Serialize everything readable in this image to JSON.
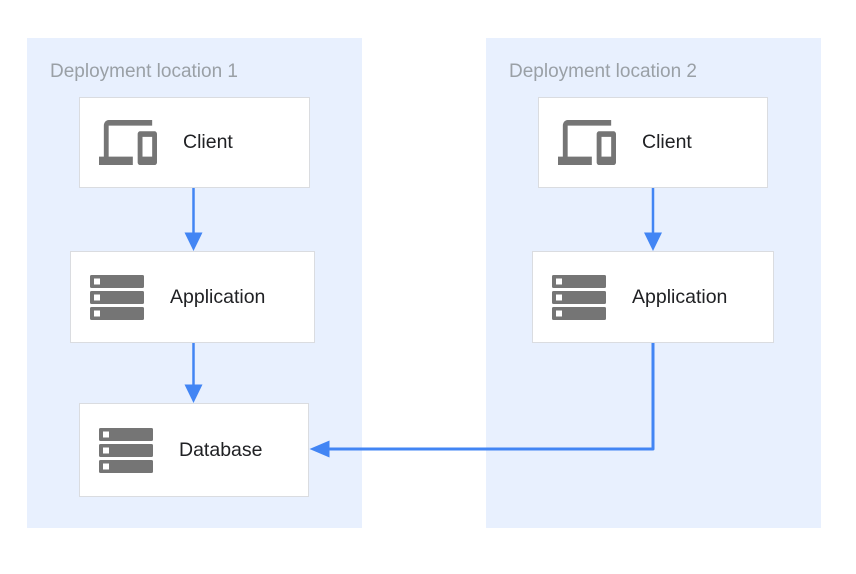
{
  "colors": {
    "panel_bg": "#e8f0fe",
    "box_bg": "#ffffff",
    "box_border": "#dadce0",
    "arrow": "#4285f4",
    "icon_gray": "#757575",
    "panel_title": "#9aa0a6",
    "node_label": "#202124"
  },
  "locations": [
    {
      "title": "Deployment location 1",
      "nodes": [
        {
          "label": "Client",
          "icon": "devices-icon"
        },
        {
          "label": "Application",
          "icon": "server-stack-icon"
        },
        {
          "label": "Database",
          "icon": "server-stack-icon"
        }
      ]
    },
    {
      "title": "Deployment location 2",
      "nodes": [
        {
          "label": "Client",
          "icon": "devices-icon"
        },
        {
          "label": "Application",
          "icon": "server-stack-icon"
        }
      ]
    }
  ],
  "connections": [
    {
      "from": "location-1 Client",
      "to": "location-1 Application"
    },
    {
      "from": "location-1 Application",
      "to": "location-1 Database"
    },
    {
      "from": "location-2 Client",
      "to": "location-2 Application"
    },
    {
      "from": "location-2 Application",
      "to": "location-1 Database"
    }
  ]
}
